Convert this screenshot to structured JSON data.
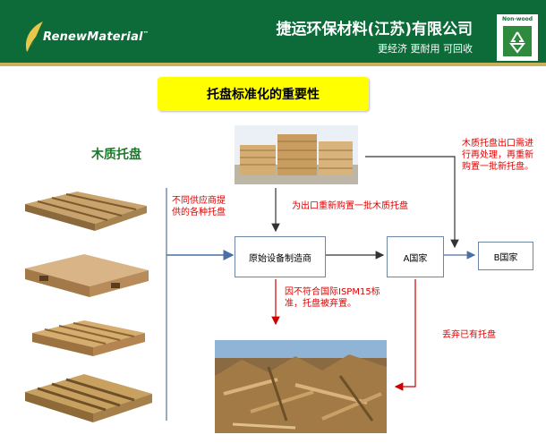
{
  "header": {
    "brand": "RenewMaterial",
    "brand_tm": "™",
    "company": "捷运环保材料(江苏)有限公司",
    "slogan": "更经济  更耐用  可回收",
    "badge": "Non-wood"
  },
  "title": "托盘标准化的重要性",
  "wood_label": "木质托盘",
  "annotations": {
    "suppliers": "不同供应商提供的各种托盘",
    "repurchase": "为出口重新购置一批木质托盘",
    "ispm": "因不符合国际ISPM15标准，托盘被弃置。",
    "discard": "丢弃已有托盘",
    "country_a_export": "木质托盘出口需进行再处理，再重新购置一批新托盘。"
  },
  "nodes": {
    "manufacturer": "原始设备制造商",
    "country_a": "A国家",
    "country_b": "B国家"
  },
  "colors": {
    "header_green": "#0d6b39",
    "title_yellow": "#ffff00",
    "annotation_red": "#e00000",
    "wood_label_green": "#1e7a2e"
  }
}
